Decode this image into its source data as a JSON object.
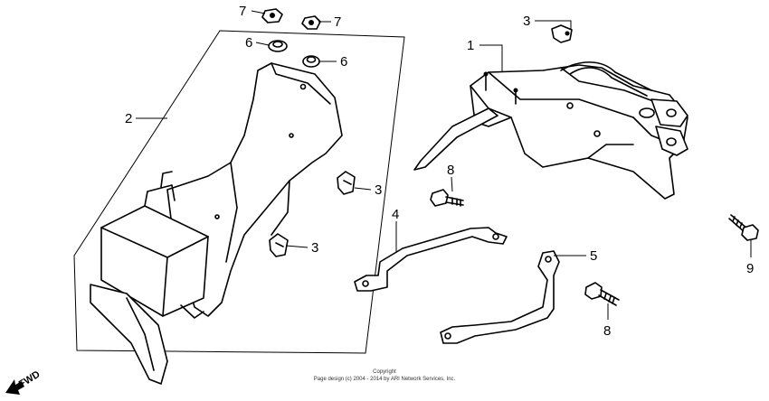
{
  "callouts": [
    {
      "id": "c7a",
      "text": "7"
    },
    {
      "id": "c7b",
      "text": "7"
    },
    {
      "id": "c6a",
      "text": "6"
    },
    {
      "id": "c6b",
      "text": "6"
    },
    {
      "id": "c2",
      "text": "2"
    },
    {
      "id": "c3a",
      "text": "3"
    },
    {
      "id": "c3b",
      "text": "3"
    },
    {
      "id": "c3c",
      "text": "3"
    },
    {
      "id": "c1",
      "text": "1"
    },
    {
      "id": "c8a",
      "text": "8"
    },
    {
      "id": "c4",
      "text": "4"
    },
    {
      "id": "c5",
      "text": "5"
    },
    {
      "id": "c8b",
      "text": "8"
    },
    {
      "id": "c9",
      "text": "9"
    }
  ],
  "fwd_label": "FWD",
  "copyright": {
    "line1": "Copyright",
    "line2": "Page design (c) 2004 - 2014 by ARI Network Services, Inc."
  }
}
